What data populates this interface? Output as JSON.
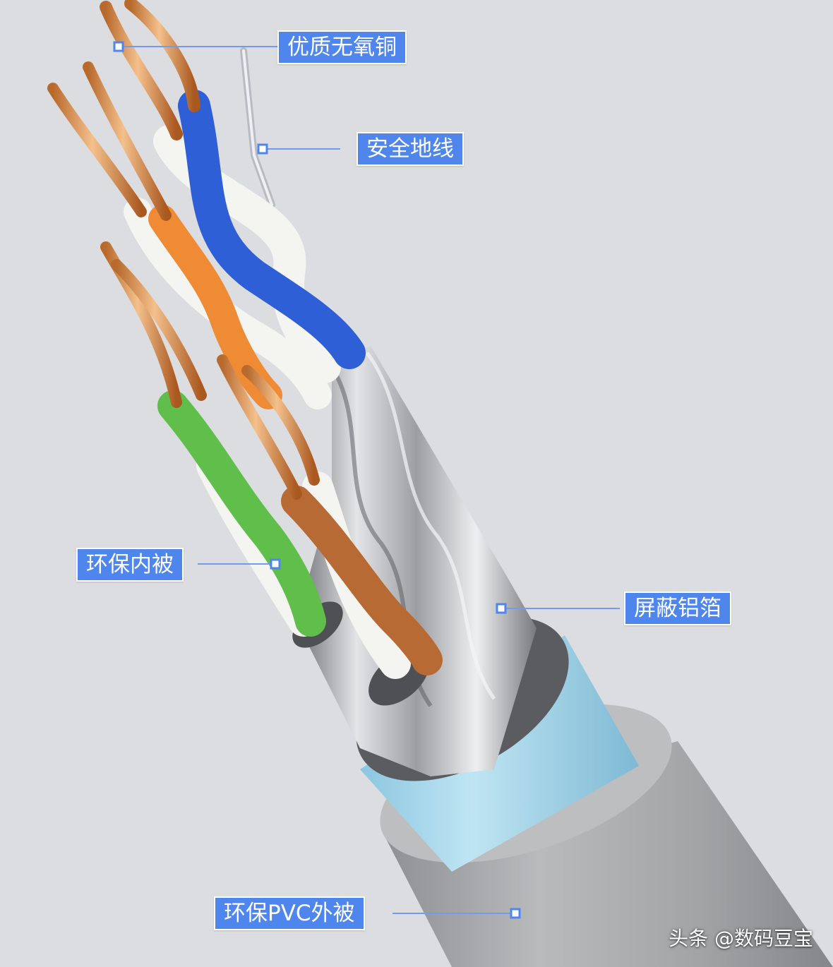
{
  "labels": {
    "copper": "优质无氧铜",
    "ground": "安全地线",
    "inner_jacket": "环保内被",
    "foil": "屏蔽铝箔",
    "outer_jacket": "环保PVC外被"
  },
  "watermark": "头条 @数码豆宝",
  "colors": {
    "background": "#dcdde0",
    "label_fill": "#4f86ee",
    "label_border": "#ffffff",
    "leader_line": "#6f9cf0",
    "outer_jacket": "#a9a9ab",
    "shield_blue": "#9fd3ea",
    "foil_silver": "#c7c9cc",
    "copper": "#d68a4c",
    "wire_blue": "#2f5fd6",
    "wire_orange": "#ef8a35",
    "wire_green": "#5fbf4a",
    "wire_brown": "#b86a34",
    "wire_white": "#f3f3f0"
  }
}
